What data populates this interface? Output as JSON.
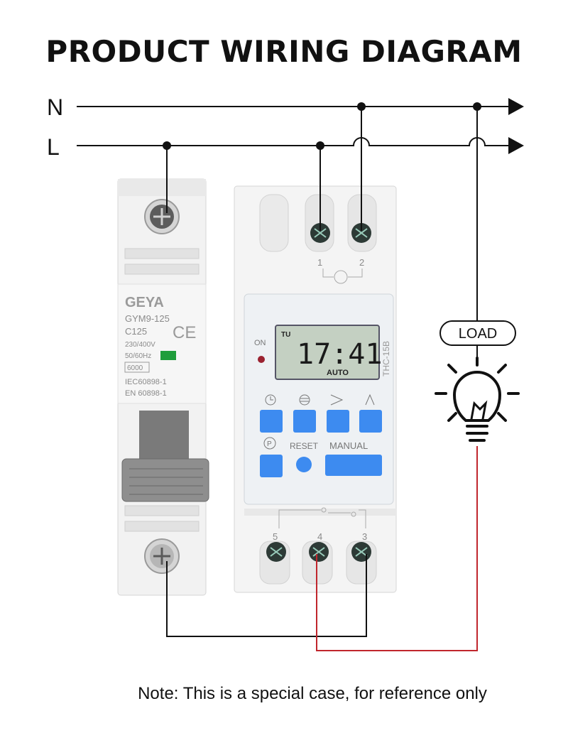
{
  "title": "PRODUCT WIRING DIAGRAM",
  "lines": {
    "neutral": "N",
    "live": "L"
  },
  "breaker": {
    "brand": "GEYA",
    "model": "GYM9-125",
    "rating": "C125",
    "voltage": "230/400V",
    "frequency": "50/60Hz",
    "breaking_capacity": "6000",
    "standard_1": "IEC60898-1",
    "standard_2": "EN 60898-1"
  },
  "timer": {
    "model": "THC-15B",
    "on_label": "ON",
    "display_day": "TU",
    "display_time": "17:41",
    "display_mode": "AUTO",
    "reset_label": "RESET",
    "manual_label": "MANUAL",
    "terminal_1": "1",
    "terminal_2": "2",
    "terminal_3": "3",
    "terminal_4": "4",
    "terminal_5": "5",
    "button_p": "P"
  },
  "load_label": "LOAD",
  "note": "Note: This is a special case, for reference only",
  "colors": {
    "wire": "#111111",
    "load_wire": "#c0262d",
    "button": "#3d8bf0",
    "lcd": "#c4d0c2"
  }
}
